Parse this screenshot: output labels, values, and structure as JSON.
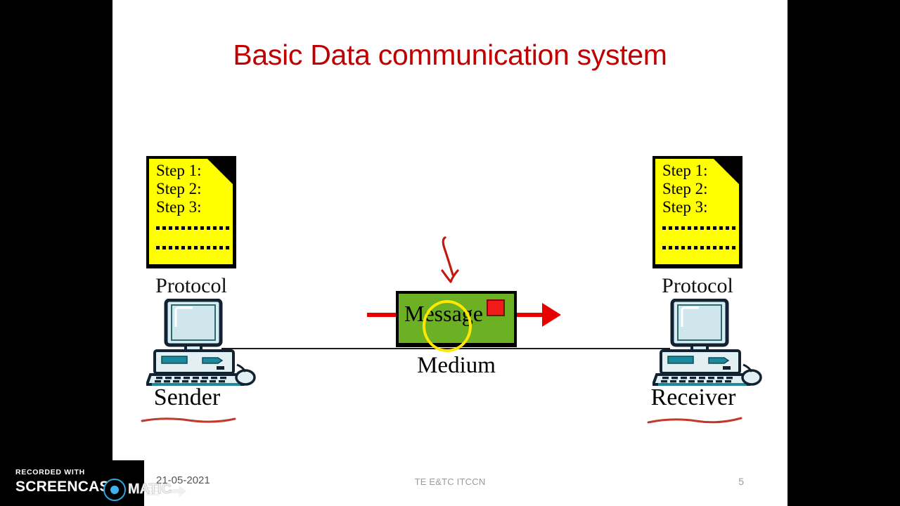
{
  "slide": {
    "title": "Basic Data communication system",
    "background_color": "#ffffff",
    "title_color": "#c00000"
  },
  "protocol_left": {
    "steps": [
      "Step 1:",
      "Step 2:",
      "Step 3:"
    ],
    "label": "Protocol",
    "note_color": "#ffff00",
    "dot_count": 12
  },
  "protocol_right": {
    "steps": [
      "Step 1:",
      "Step 2:",
      "Step 3:"
    ],
    "label": "Protocol",
    "note_color": "#ffff00",
    "dot_count": 12
  },
  "sender": {
    "label": "Sender",
    "icon": "desktop-computer-icon"
  },
  "receiver": {
    "label": "Receiver",
    "icon": "desktop-computer-icon"
  },
  "message": {
    "label": "Message",
    "box_color": "#6cb023",
    "marker_color": "#f31a1a",
    "arrow_color": "#e60000",
    "highlight_color": "#ffe800"
  },
  "medium": {
    "label": "Medium"
  },
  "annotation": {
    "arrow": "hand-drawn-down-arrow",
    "color": "#c01a12"
  },
  "footer": {
    "date": "21-05-2021",
    "center_text": "TE E&TC ITCCN",
    "page_number": "5"
  },
  "watermark": {
    "top_line": "RECORDED WITH",
    "main_text": "SCREENCAST",
    "suffix_text": "MATIC",
    "accent_color": "#3fb4ec"
  },
  "nav": {
    "prev": "previous-slide",
    "next": "next-slide",
    "menu": "slide-menu"
  }
}
